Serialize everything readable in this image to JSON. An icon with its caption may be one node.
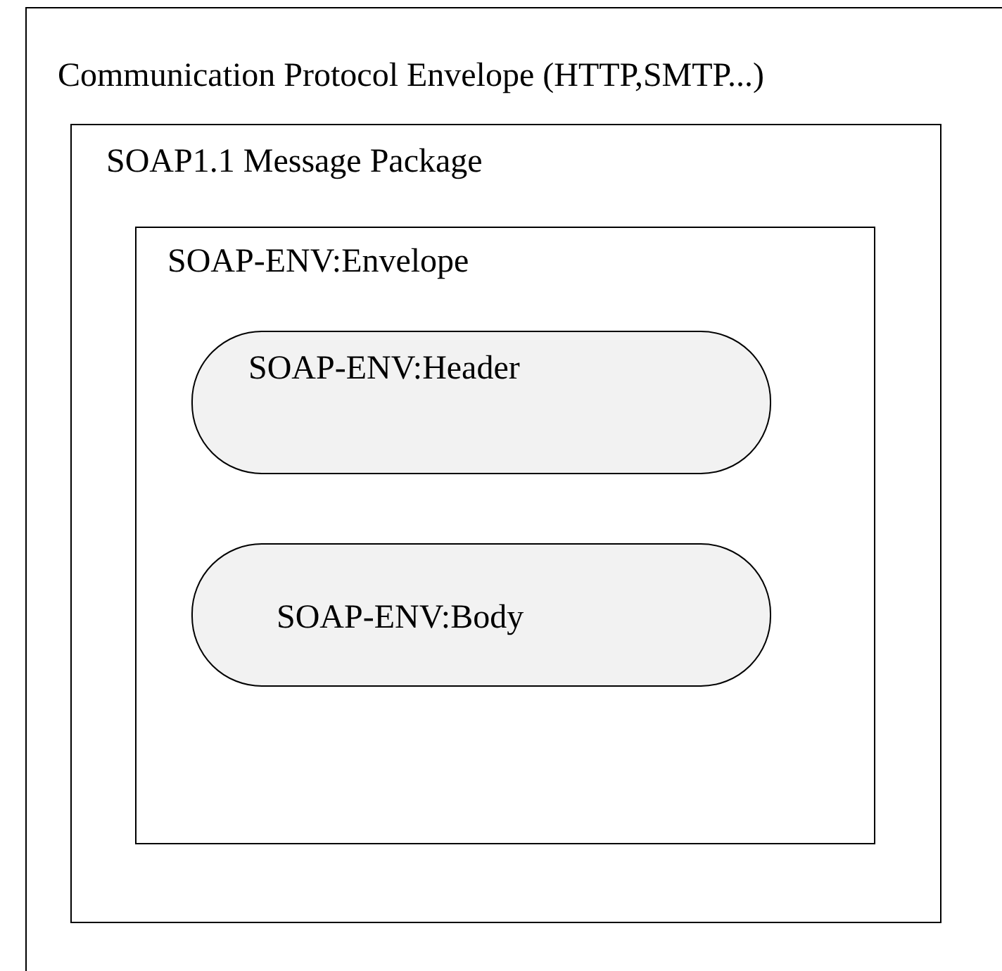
{
  "diagram": {
    "nodes": [
      {
        "text": [
          "Communication Protocol Envelope (HTTP,SMTP...)"
        ]
      },
      {
        "text": [
          "SOAP1.1 Message Package"
        ],
        "in": 0
      },
      {
        "text": [
          "SOAP-ENV:Envelope"
        ],
        "in": 1
      },
      {
        "text": [
          "SOAP-ENV:Header"
        ],
        "in": 2
      },
      {
        "text": [
          "SOAP-ENV:Body"
        ],
        "in": 2
      }
    ]
  }
}
